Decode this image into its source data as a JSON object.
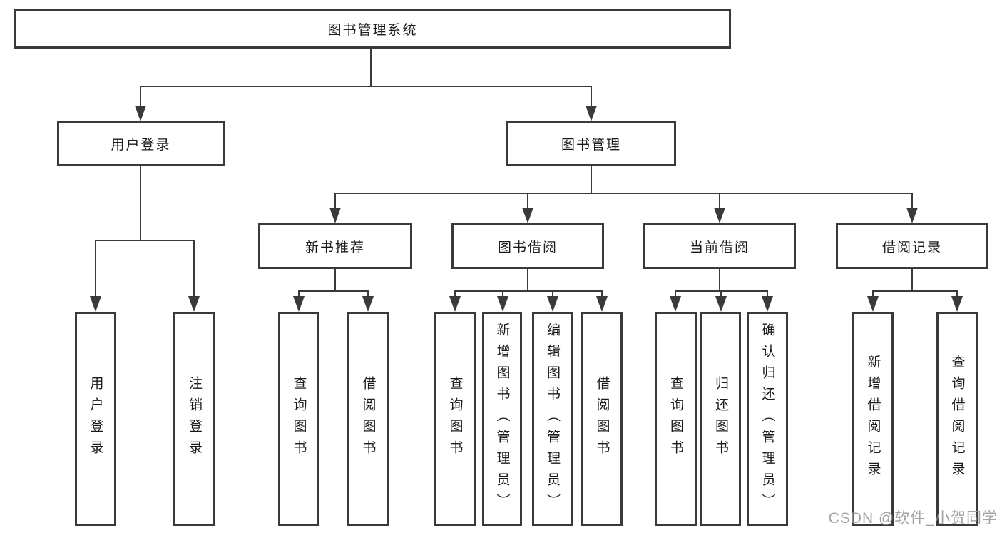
{
  "diagram": {
    "root": {
      "label": "图书管理系统"
    },
    "level2": [
      {
        "label": "用户登录"
      },
      {
        "label": "图书管理"
      }
    ],
    "level3": [
      {
        "label": "新书推荐"
      },
      {
        "label": "图书借阅"
      },
      {
        "label": "当前借阅"
      },
      {
        "label": "借阅记录"
      }
    ],
    "leaves": {
      "user_login": [
        "用户登录",
        "注销登录"
      ],
      "new_book_recommend": [
        "查询图书",
        "借阅图书"
      ],
      "book_borrowing": [
        "查询图书",
        "新增图书（管理员）",
        "编辑图书（管理员）",
        "借阅图书"
      ],
      "current_borrowing": [
        "查询图书",
        "归还图书",
        "确认归还（管理员）"
      ],
      "borrowing_records": [
        "新增借阅记录",
        "查询借阅记录"
      ]
    }
  },
  "watermark": "CSDN @软件_小贺同学",
  "colors": {
    "line": "#3a3a3a",
    "text": "#1b1b1b",
    "background": "#ffffff",
    "watermark": "#969696"
  }
}
